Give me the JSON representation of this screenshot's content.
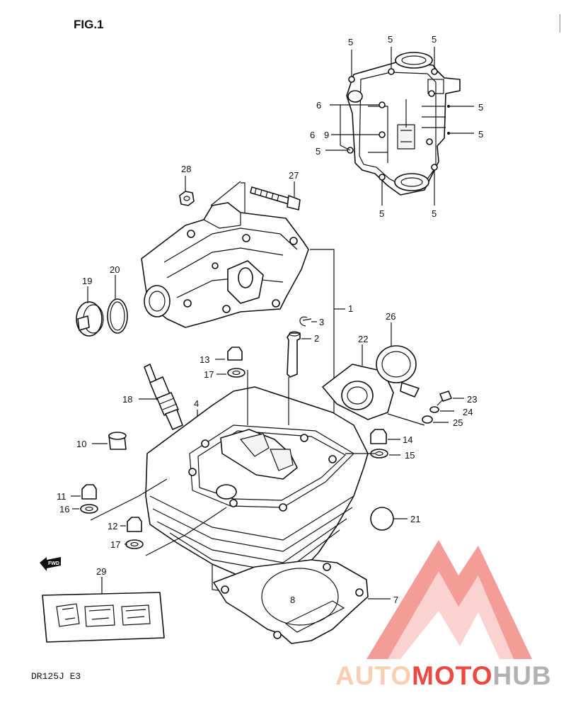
{
  "figure_title": "FIG.1",
  "model_code": "DR125J  E3",
  "fwd_label": "FWD",
  "watermark": {
    "part1": "AUTO",
    "part2": "MOTO",
    "part3": "HUB",
    "color_light": "#f9c9a9",
    "color_red": "#e8372e",
    "color_grey": "#a9a9a9"
  },
  "callouts": {
    "c1": "1",
    "c2": "2",
    "c3": "3",
    "c4": "4",
    "c5a": "5",
    "c5b": "5",
    "c5c": "5",
    "c5d": "5",
    "c5e": "5",
    "c5f": "5",
    "c5g": "5",
    "c5h": "5",
    "c6a": "6",
    "c6b": "6",
    "c7": "7",
    "c8": "8",
    "c9": "9",
    "c10": "10",
    "c11": "11",
    "c12": "12",
    "c13": "13",
    "c14": "14",
    "c15": "15",
    "c16": "16",
    "c17a": "17",
    "c17b": "17",
    "c18": "18",
    "c19": "19",
    "c20": "20",
    "c21": "21",
    "c22": "22",
    "c23": "23",
    "c24": "24",
    "c25": "25",
    "c26": "26",
    "c27": "27",
    "c28": "28",
    "c29": "29"
  }
}
